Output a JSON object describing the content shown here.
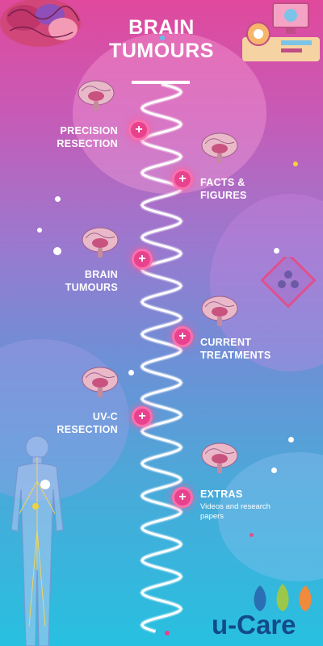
{
  "title": {
    "line1": "BRAIN",
    "line2": "TUMOURS"
  },
  "nodes": [
    {
      "line1": "PRECISION",
      "line2": "RESECTION",
      "sub": "",
      "icon": "plus"
    },
    {
      "line1": "FACTS &",
      "line2": "FIGURES",
      "sub": "",
      "icon": "plus"
    },
    {
      "line1": "BRAIN",
      "line2": "TUMOURS",
      "sub": "",
      "icon": "plus"
    },
    {
      "line1": "CURRENT",
      "line2": "TREATMENTS",
      "sub": "",
      "icon": "plus"
    },
    {
      "line1": "UV-C",
      "line2": "RESECTION",
      "sub": "",
      "icon": "plus"
    },
    {
      "line1": "EXTRAS",
      "line2": "",
      "sub": "Videos and research papers",
      "icon": "plus"
    }
  ],
  "brand": {
    "logo_text": "u-Care"
  },
  "colors": {
    "accent": "#e8418e",
    "brand": "#134a8a",
    "helix": "#ffffff"
  }
}
